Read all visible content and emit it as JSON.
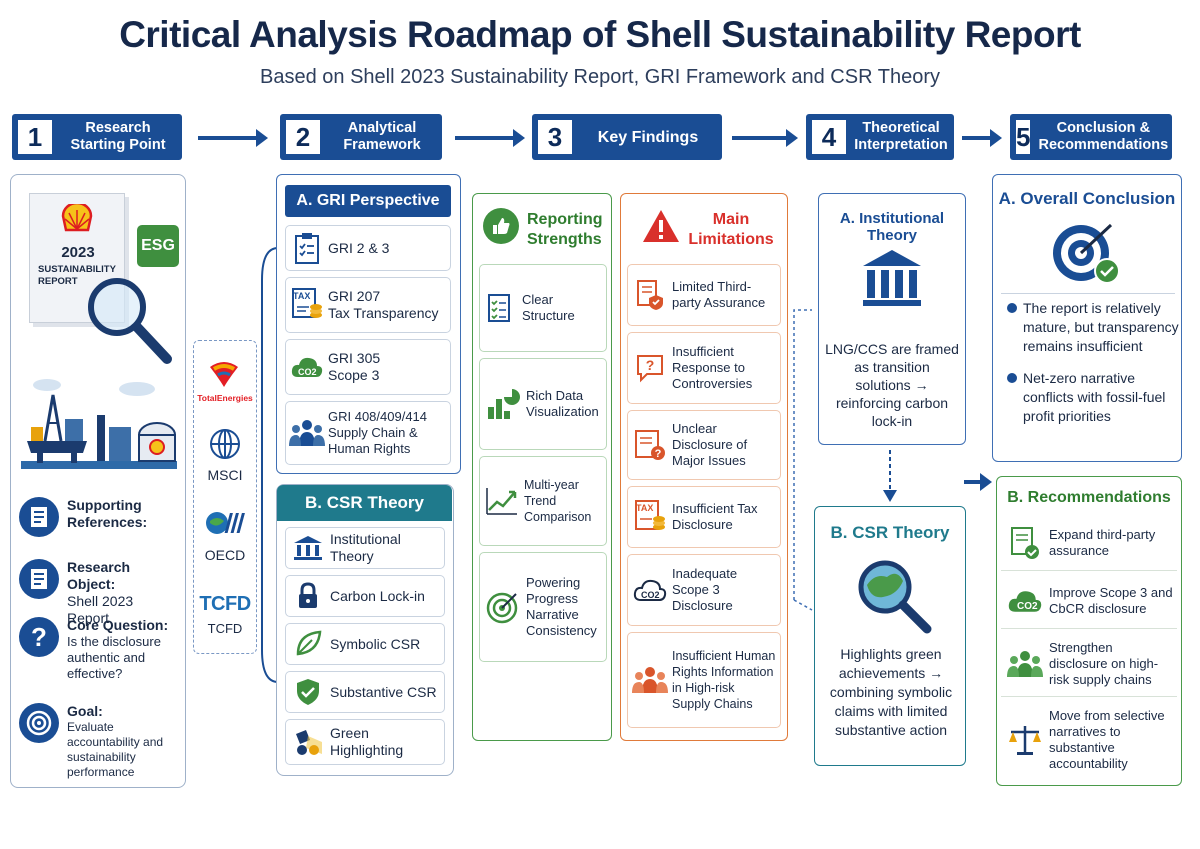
{
  "title": "Critical Analysis Roadmap of Shell Sustainability Report",
  "subtitle": "Based on Shell 2023 Sustainability Report, GRI Framework and CSR Theory",
  "steps": [
    {
      "num": "1",
      "label": "Research Starting Point"
    },
    {
      "num": "2",
      "label": "Analytical Framework"
    },
    {
      "num": "3",
      "label": "Key Findings"
    },
    {
      "num": "4",
      "label": "Theoretical Interpretation"
    },
    {
      "num": "5",
      "label": "Conclusion & Recommendations"
    }
  ],
  "col1": {
    "report_year": "2023",
    "report_line1": "SUSTAINABILITY",
    "report_line2": "REPORT",
    "esg": "ESG",
    "items": [
      {
        "title": "Supporting References:",
        "text": ""
      },
      {
        "title": "Research Object:",
        "text": "Shell 2023 Report"
      },
      {
        "title": "Core Question:",
        "text": "Is the disclosure authentic and effective?"
      },
      {
        "title": "Goal:",
        "text": "Evaluate accountability and sustainability performance"
      }
    ]
  },
  "references": [
    {
      "logo": "TotalEnergies",
      "label": ""
    },
    {
      "logo": "",
      "label": "MSCI"
    },
    {
      "logo": "",
      "label": "OECD"
    },
    {
      "logo": "TCFD",
      "label": "TCFD"
    }
  ],
  "gri": {
    "heading": "A. GRI Perspective",
    "items": [
      {
        "label": "GRI 2 & 3",
        "icon": "clipboard-icon"
      },
      {
        "label": "GRI 207\nTax Transparency",
        "icon": "tax-icon",
        "badge": "TAX"
      },
      {
        "label": "GRI 305\nScope 3",
        "icon": "co2-cloud-icon",
        "badge": "CO2"
      },
      {
        "label": "GRI 408/409/414\nSupply Chain & Human Rights",
        "icon": "people-icon"
      }
    ]
  },
  "csr": {
    "heading": "B. CSR Theory",
    "items": [
      {
        "label": "Institutional Theory",
        "icon": "institution-icon"
      },
      {
        "label": "Carbon Lock-in",
        "icon": "lock-icon"
      },
      {
        "label": "Symbolic CSR",
        "icon": "leaf-icon"
      },
      {
        "label": "Substantive CSR",
        "icon": "shield-check-icon"
      },
      {
        "label": "Green Highlighting",
        "icon": "spotlight-icon"
      }
    ]
  },
  "strengths": {
    "heading": "Reporting Strengths",
    "items": [
      {
        "label": "Clear Structure",
        "icon": "checklist-icon"
      },
      {
        "label": "Rich Data Visualization",
        "icon": "bar-chart-icon"
      },
      {
        "label": "Multi-year Trend Comparison",
        "icon": "trend-icon"
      },
      {
        "label": "Powering Progress Narrative Consistency",
        "icon": "target-icon"
      }
    ]
  },
  "limitations": {
    "heading": "Main Limitations",
    "items": [
      {
        "label": "Limited Third-party Assurance",
        "icon": "document-shield-icon"
      },
      {
        "label": "Insufficient Response to Controversies",
        "icon": "question-bubble-icon"
      },
      {
        "label": "Unclear Disclosure of Major Issues",
        "icon": "list-question-icon"
      },
      {
        "label": "Insufficient Tax Disclosure",
        "icon": "tax-icon",
        "badge": "TAX"
      },
      {
        "label": "Inadequate Scope 3 Disclosure",
        "icon": "co2-cloud-icon",
        "badge": "CO2"
      },
      {
        "label": "Insufficient Human Rights Information in High-risk Supply Chains",
        "icon": "people-icon"
      }
    ]
  },
  "theory": {
    "a_heading": "A. Institutional Theory",
    "a_text": "LNG/CCS are framed as transition solutions → reinforcing carbon lock-in",
    "b_heading": "B. CSR Theory",
    "b_text": "Highlights green achievements → combining symbolic claims with limited substantive action"
  },
  "conclusion": {
    "heading": "A. Overall Conclusion",
    "bullets": [
      "The report is relatively mature, but transparency remains insufficient",
      "Net-zero narrative conflicts with fossil-fuel profit priorities"
    ]
  },
  "recommendations": {
    "heading": "B. Recommendations",
    "items": [
      {
        "label": "Expand third-party assurance",
        "icon": "document-check-icon"
      },
      {
        "label": "Improve Scope 3 and CbCR disclosure",
        "icon": "co2-cloud-icon",
        "badge": "CO2"
      },
      {
        "label": "Strengthen disclosure on high-risk supply chains",
        "icon": "people-icon"
      },
      {
        "label": "Move from selective narratives to substantive accountability",
        "icon": "scales-icon"
      }
    ]
  },
  "colors": {
    "navy": "#1a4d94",
    "teal": "#1f7a8c",
    "green": "#3f8f3f",
    "orange": "#d9552b",
    "gold": "#e8a20c",
    "shell_red": "#dd1d21"
  }
}
